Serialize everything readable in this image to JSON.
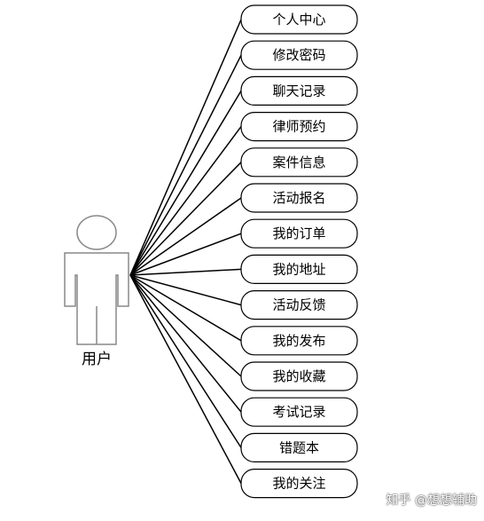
{
  "actor": {
    "label": "用户"
  },
  "use_cases": [
    {
      "label": "个人中心"
    },
    {
      "label": "修改密码"
    },
    {
      "label": "聊天记录"
    },
    {
      "label": "律师预约"
    },
    {
      "label": "案件信息"
    },
    {
      "label": "活动报名"
    },
    {
      "label": "我的订单"
    },
    {
      "label": "我的地址"
    },
    {
      "label": "活动反馈"
    },
    {
      "label": "我的发布"
    },
    {
      "label": "我的收藏"
    },
    {
      "label": "考试记录"
    },
    {
      "label": "错题本"
    },
    {
      "label": "我的关注"
    }
  ],
  "watermark": {
    "text": "知乎 @想想辅助"
  }
}
